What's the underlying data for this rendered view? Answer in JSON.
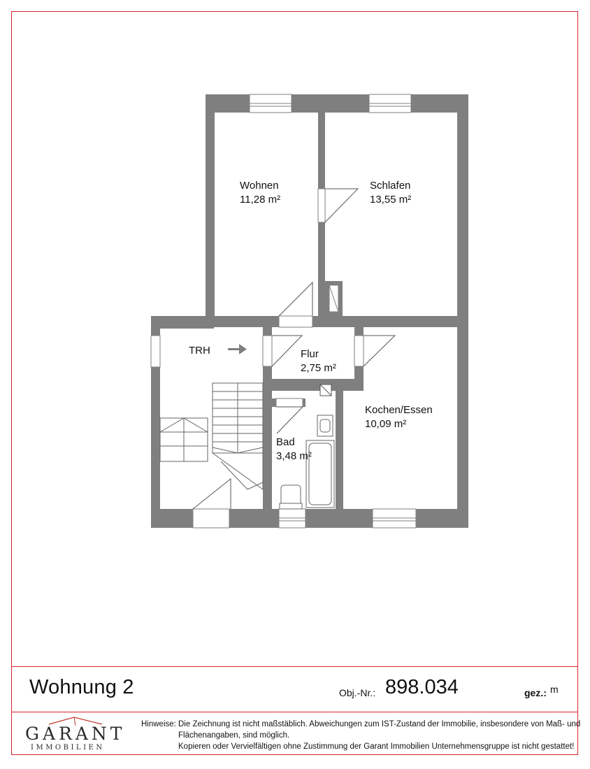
{
  "rooms": {
    "wohnen": {
      "name": "Wohnen",
      "area": "11,28 m²"
    },
    "schlafen": {
      "name": "Schlafen",
      "area": "13,55 m²"
    },
    "trh": {
      "name": "TRH"
    },
    "flur": {
      "name": "Flur",
      "area": "2,75 m²"
    },
    "kochen": {
      "name": "Kochen/Essen",
      "area": "10,09 m²"
    },
    "bad": {
      "name": "Bad",
      "area": "3,48 m²"
    }
  },
  "footer": {
    "title": "Wohnung 2",
    "obj_label": "Obj.-Nr.:",
    "obj_number": "898.034",
    "gez_label": "gez.:",
    "gez_value": "m",
    "hint_label": "Hinweise:",
    "hint_line1": "Die Zeichnung ist nicht maßstäblich. Abweichungen zum IST-Zustand der Immobilie, insbesondere von Maß- und",
    "hint_line2": "Flächenangaben, sind möglich.",
    "hint_line3": "Kopieren oder Vervielfältigen ohne Zustimmung der Garant Immobilien Unternehmensgruppe ist nicht gestattet!"
  },
  "logo": {
    "name": "GARANT",
    "sub": "IMMOBILIEN"
  },
  "colors": {
    "wall": "#7f7f7f",
    "frame": "#d8232a",
    "logo_roof": "#c0392b"
  }
}
